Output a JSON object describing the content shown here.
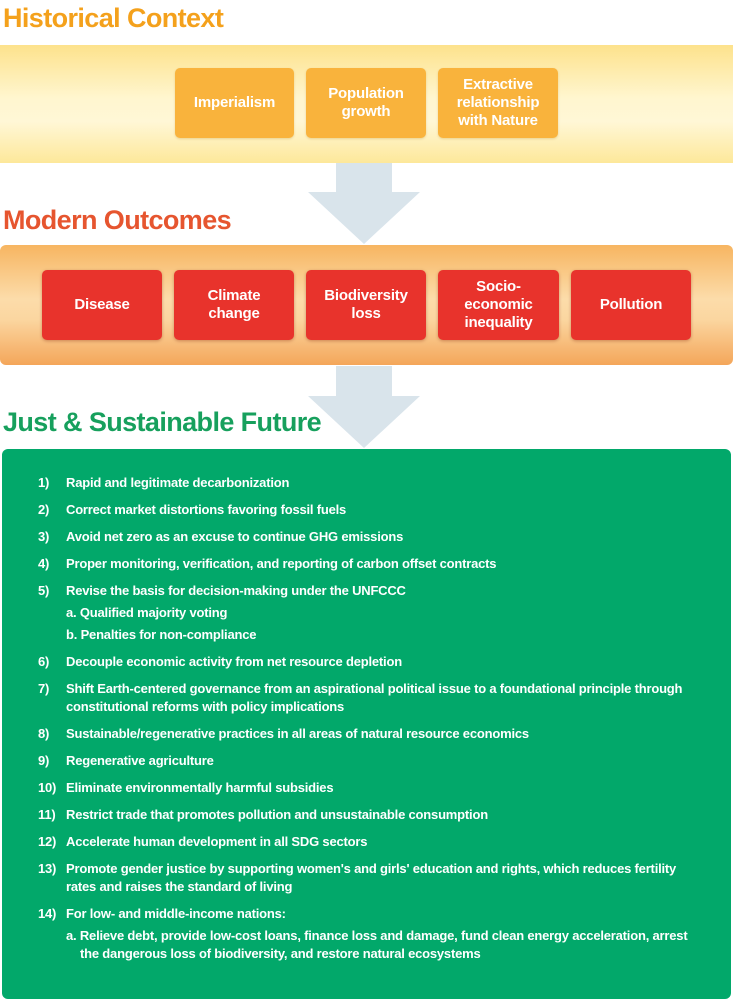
{
  "historical": {
    "title": "Historical Context",
    "boxes": [
      {
        "label": "Imperialism"
      },
      {
        "label": "Population growth"
      },
      {
        "label": "Extractive relationship with Nature"
      }
    ]
  },
  "modern": {
    "title": "Modern Outcomes",
    "boxes": [
      {
        "label": "Disease"
      },
      {
        "label": "Climate change"
      },
      {
        "label": "Biodiversity loss"
      },
      {
        "label": "Socio-economic inequality"
      },
      {
        "label": "Pollution"
      }
    ]
  },
  "future": {
    "title": "Just & Sustainable Future",
    "items": [
      {
        "num": "1)",
        "text": "Rapid and legitimate decarbonization"
      },
      {
        "num": "2)",
        "text": "Correct market distortions favoring fossil fuels"
      },
      {
        "num": "3)",
        "text": "Avoid net zero as an excuse to continue GHG emissions"
      },
      {
        "num": "4)",
        "text": "Proper monitoring, verification, and reporting of carbon offset contracts"
      },
      {
        "num": "5)",
        "text": "Revise the basis for decision-making under the UNFCCC",
        "subs": [
          "a. Qualified majority voting",
          "b. Penalties for non-compliance"
        ]
      },
      {
        "num": "6)",
        "text": "Decouple economic activity from net resource depletion"
      },
      {
        "num": "7)",
        "text": "Shift Earth-centered governance from an aspirational political issue to a foundational principle through constitutional reforms with policy implications"
      },
      {
        "num": "8)",
        "text": "Sustainable/regenerative practices in all areas of natural resource economics"
      },
      {
        "num": "9)",
        "text": "Regenerative agriculture"
      },
      {
        "num": "10)",
        "text": "Eliminate environmentally harmful subsidies"
      },
      {
        "num": "11)",
        "text": "Restrict trade that promotes pollution and unsustainable consumption"
      },
      {
        "num": "12)",
        "text": "Accelerate human development in all SDG sectors"
      },
      {
        "num": "13)",
        "text": "Promote gender justice by supporting women's and girls' education and rights, which reduces fertility rates and raises the standard of living"
      },
      {
        "num": "14)",
        "text": "For low- and middle-income nations:",
        "subs": [
          "a. Relieve debt, provide low-cost loans, finance loss and damage, fund clean energy acceleration,  arrest the dangerous loss of biodiversity, and restore natural ecosystems"
        ]
      }
    ]
  },
  "colors": {
    "historical_title": "#f4a11c",
    "modern_title": "#e6552f",
    "future_title": "#17a05d",
    "historical_box": "#f9b33c",
    "modern_box": "#e8332c",
    "future_panel": "#02a86a",
    "arrow": "#d9e4eb"
  }
}
